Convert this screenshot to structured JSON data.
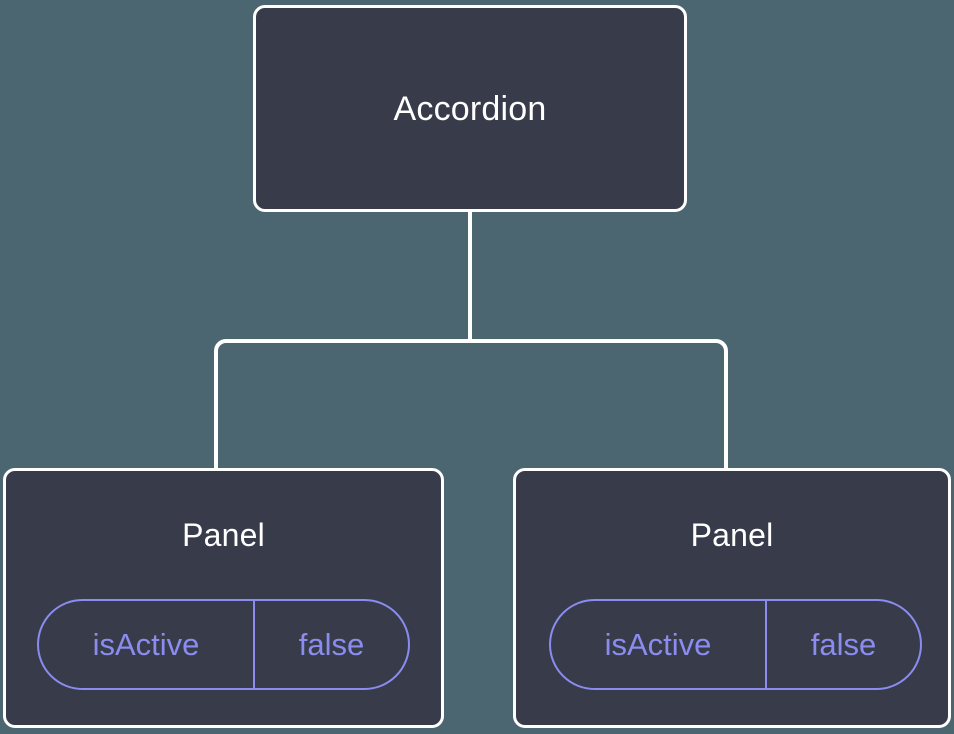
{
  "diagram": {
    "type": "component-tree",
    "background_color": "#4c6671",
    "node_fill_color": "#383c4a",
    "node_border_color": "#ffffff",
    "edge_color": "#ffffff",
    "title_color": "#ffffff",
    "prop_color": "#8b8cf0",
    "root": {
      "label": "Accordion"
    },
    "children": [
      {
        "label": "Panel",
        "props": [
          {
            "key": "isActive",
            "value": "false"
          }
        ]
      },
      {
        "label": "Panel",
        "props": [
          {
            "key": "isActive",
            "value": "false"
          }
        ]
      }
    ]
  }
}
